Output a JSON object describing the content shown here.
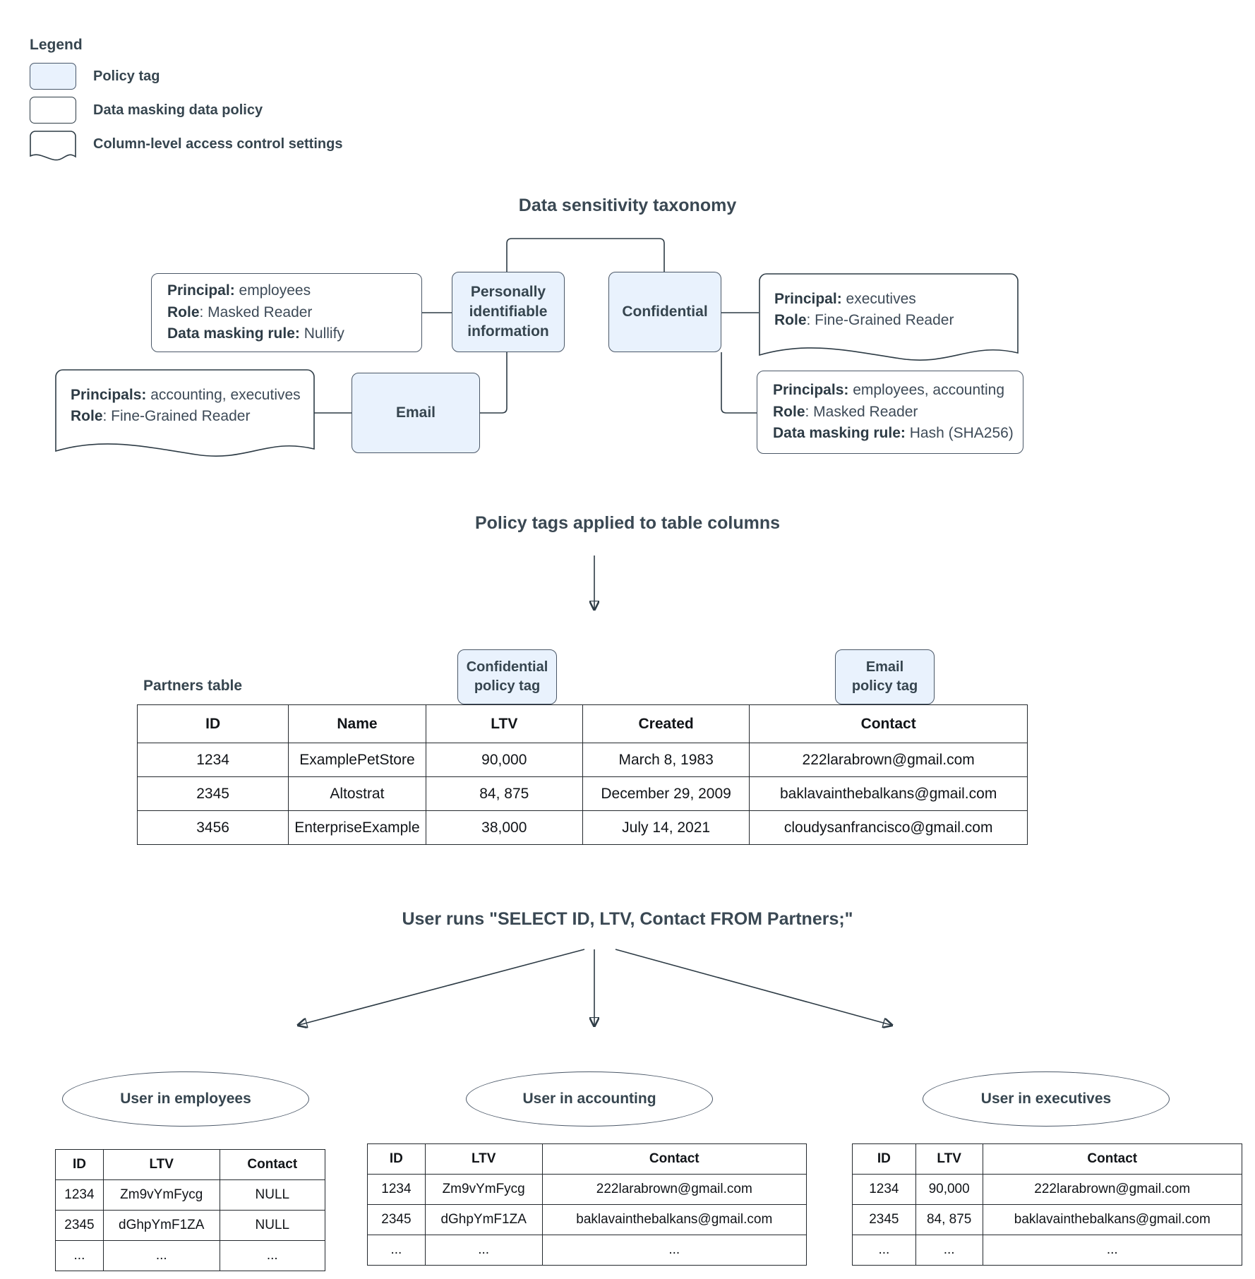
{
  "legend": {
    "title": "Legend",
    "items": [
      {
        "label": "Policy tag",
        "swatch": "policy-tag-swatch"
      },
      {
        "label": "Data masking data policy",
        "swatch": "data-masking-swatch"
      },
      {
        "label": "Column-level access control settings",
        "swatch": "column-access-swatch"
      }
    ]
  },
  "taxonomy": {
    "title": "Data sensitivity taxonomy",
    "tags": {
      "pii": "Personally identifiable information",
      "confidential": "Confidential",
      "email": "Email"
    },
    "policies": {
      "pii_masking": {
        "principal_label": "Principal:",
        "principal_value": " employees",
        "role_label": "Role",
        "role_value": ": Masked Reader",
        "rule_label": "Data masking rule:",
        "rule_value": " Nullify"
      },
      "email_access": {
        "principal_label": "Principals:",
        "principal_value": " accounting, executives",
        "role_label": "Role",
        "role_value": ": Fine-Grained Reader"
      },
      "confidential_access": {
        "principal_label": "Principal:",
        "principal_value": " executives",
        "role_label": "Role",
        "role_value": ": Fine-Grained Reader"
      },
      "confidential_masking": {
        "principal_label": "Principals:",
        "principal_value": " employees, accounting",
        "role_label": "Role",
        "role_value": ": Masked Reader",
        "rule_label": "Data masking rule:",
        "rule_value": " Hash (SHA256)"
      }
    }
  },
  "applied": {
    "title": "Policy tags applied to table columns",
    "table_caption": "Partners table",
    "tag_confidential": "Confidential\npolicy tag",
    "tag_confidential_line1": "Confidential",
    "tag_confidential_line2": "policy tag",
    "tag_email_line1": "Email",
    "tag_email_line2": "policy tag"
  },
  "partners_table": {
    "columns": [
      "ID",
      "Name",
      "LTV",
      "Created",
      "Contact"
    ],
    "rows": [
      [
        "1234",
        "ExamplePetStore",
        "90,000",
        "March 8, 1983",
        "222larabrown@gmail.com"
      ],
      [
        "2345",
        "Altostrat",
        "84, 875",
        "December 29, 2009",
        "baklavainthebalkans@gmail.com"
      ],
      [
        "3456",
        "EnterpriseExample",
        "38,000",
        "July 14, 2021",
        "cloudysanfrancisco@gmail.com"
      ]
    ]
  },
  "query": {
    "title": "User runs \"SELECT ID, LTV, Contact FROM Partners;\""
  },
  "results": [
    {
      "persona": "User in employees",
      "columns": [
        "ID",
        "LTV",
        "Contact"
      ],
      "rows": [
        [
          "1234",
          "Zm9vYmFycg",
          "NULL"
        ],
        [
          "2345",
          "dGhpYmF1ZA",
          "NULL"
        ],
        [
          "...",
          "...",
          "..."
        ]
      ]
    },
    {
      "persona": "User in accounting",
      "columns": [
        "ID",
        "LTV",
        "Contact"
      ],
      "rows": [
        [
          "1234",
          "Zm9vYmFycg",
          "222larabrown@gmail.com"
        ],
        [
          "2345",
          "dGhpYmF1ZA",
          "baklavainthebalkans@gmail.com"
        ],
        [
          "...",
          "...",
          "..."
        ]
      ]
    },
    {
      "persona": "User in executives",
      "columns": [
        "ID",
        "LTV",
        "Contact"
      ],
      "rows": [
        [
          "1234",
          "90,000",
          "222larabrown@gmail.com"
        ],
        [
          "2345",
          "84, 875",
          "baklavainthebalkans@gmail.com"
        ],
        [
          "...",
          "...",
          "..."
        ]
      ]
    }
  ],
  "colors": {
    "policy_tag_fill": "#e9f2fd",
    "stroke": "#2d3b45",
    "text": "#36454f"
  }
}
